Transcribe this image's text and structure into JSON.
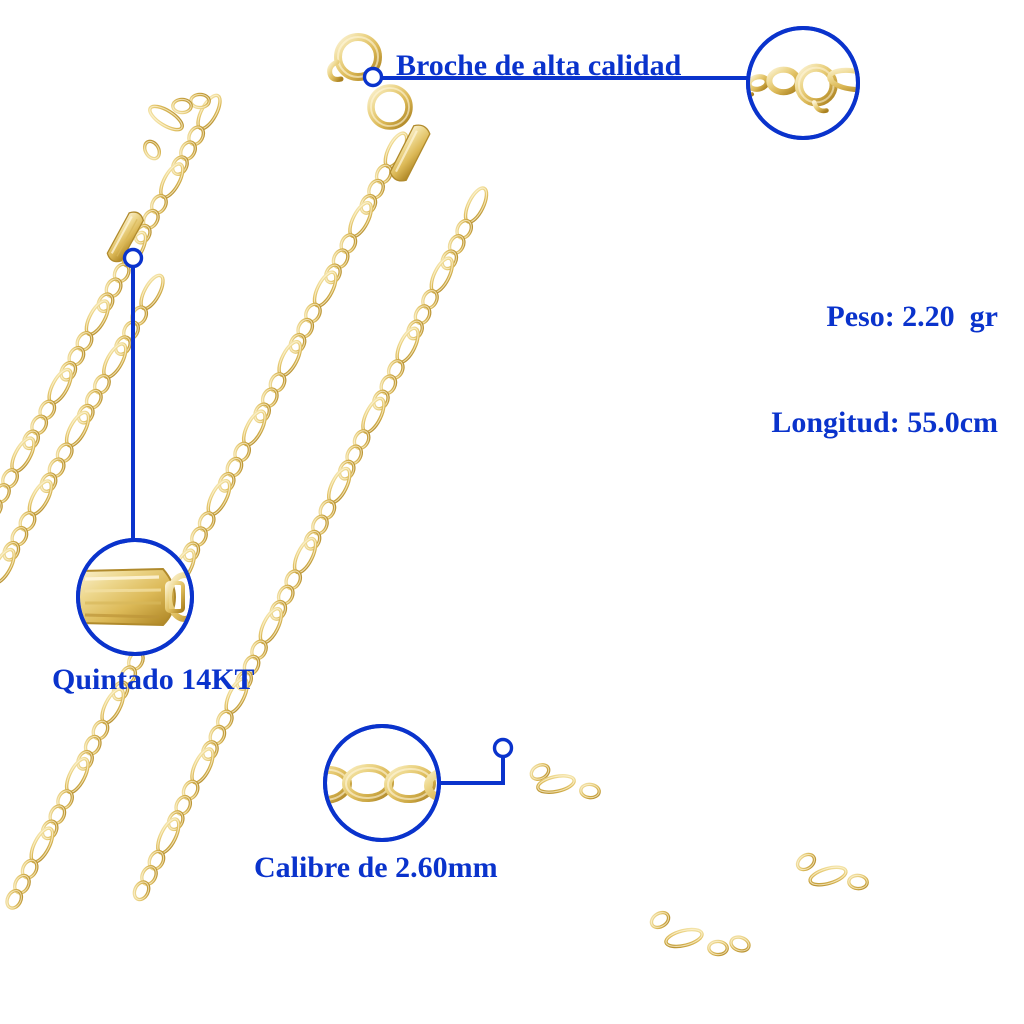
{
  "meta": {
    "product_type": "necklace-chain-infographic",
    "background_color": "#ffffff",
    "accent_color": "#0a33cc",
    "gold_light": "#f6e3a8",
    "gold_mid": "#e3c268",
    "gold_dark": "#c39b36",
    "gold_shadow": "#a87f24"
  },
  "callouts": {
    "clasp": {
      "label": "Broche de alta calidad",
      "anchor_name": "clasp-anchor-marker",
      "magnifier_name": "clasp-magnifier-circle"
    },
    "finish": {
      "label": "Quintado 14KT",
      "anchor_name": "finish-anchor-marker",
      "magnifier_name": "finish-magnifier-circle"
    },
    "gauge": {
      "label": "Calibre de 2.60mm",
      "anchor_name": "gauge-anchor-marker",
      "magnifier_name": "gauge-magnifier-circle"
    }
  },
  "specs": {
    "weight_line": "Peso: 2.20  gr",
    "length_line": "Longitud: 55.0cm",
    "weight_label": "Peso:",
    "weight_value": "2.20",
    "weight_unit": "gr",
    "length_label": "Longitud:",
    "length_value": "55.0",
    "length_unit": "cm"
  },
  "chain": {
    "style": "figaro",
    "gauge_mm": "2.60",
    "weight_gr": "2.20",
    "length_cm": "55.0",
    "karat": "14KT",
    "finish": "Quintado"
  }
}
